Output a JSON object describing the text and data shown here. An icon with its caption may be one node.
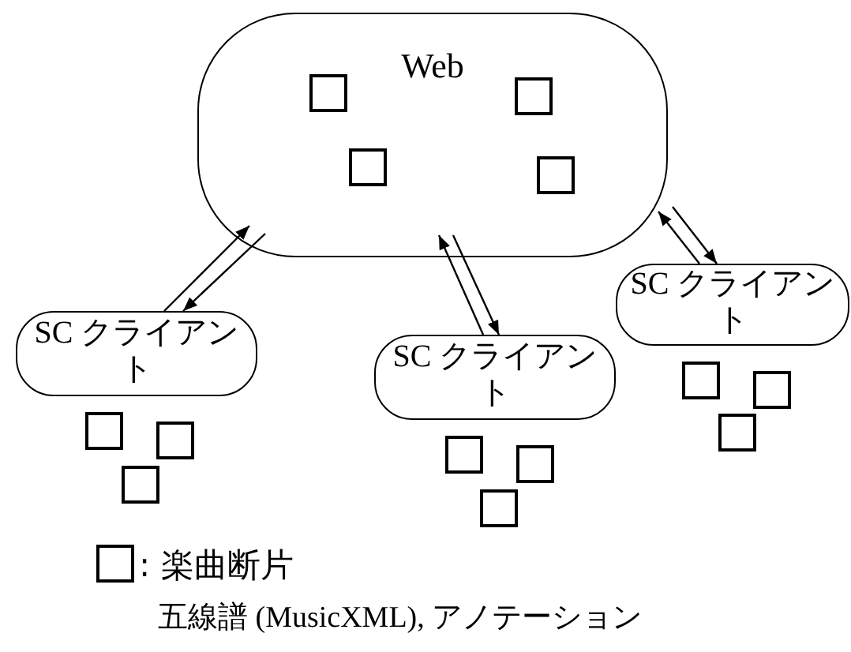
{
  "diagram": {
    "nodes": [
      {
        "text": [
          "Web"
        ]
      },
      {
        "text": [
          "SC クライアント"
        ]
      },
      {
        "text": [
          "SC クライアント"
        ]
      },
      {
        "text": [
          "SC クライアント"
        ]
      }
    ],
    "edges": [
      {
        "from": 1,
        "to": 0,
        "arrow": "to"
      },
      {
        "from": 0,
        "to": 1,
        "arrow": "to"
      },
      {
        "from": 2,
        "to": 0,
        "arrow": "to"
      },
      {
        "from": 0,
        "to": 2,
        "arrow": "to"
      },
      {
        "from": 3,
        "to": 0,
        "arrow": "to"
      },
      {
        "from": 0,
        "to": 3,
        "arrow": "to"
      }
    ],
    "labels": [
      "五線譜 (MusicXML), アノテーション"
    ],
    "legend": [
      {
        "text": ": 楽曲断片"
      }
    ]
  }
}
